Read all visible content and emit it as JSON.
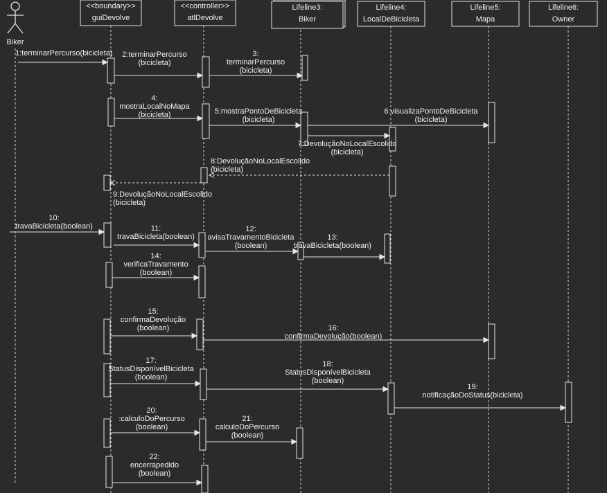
{
  "actor": {
    "label": "Biker"
  },
  "lifelines": [
    {
      "id": "gui",
      "stereotype": "<<boundary>>",
      "name": "guiDevolve"
    },
    {
      "id": "ctl",
      "stereotype": "<<controller>>",
      "name": "atlDevolve"
    },
    {
      "id": "biker",
      "stereotype": "",
      "name": "Lifeline3:\nBiker"
    },
    {
      "id": "local",
      "stereotype": "",
      "name": "Lifeline4:\nLocalDeBicicleta"
    },
    {
      "id": "mapa",
      "stereotype": "",
      "name": "Lifeline5:\nMapa"
    },
    {
      "id": "owner",
      "stereotype": "",
      "name": "Lifeline6:\nOwner"
    }
  ],
  "messages": [
    {
      "label": "1:terminarPercurso(bicicleta)"
    },
    {
      "label": "2:terminarPercurso\n(bicicleta)"
    },
    {
      "label": "3:\nterminarPercurso\n(bicicleta)"
    },
    {
      "label": "4:\nmostraLocalNoMapa\n(bicicleta)"
    },
    {
      "label": "5:mostraPontoDeBicicleta\n(bicicleta)"
    },
    {
      "label": "6:visualizaPontoDeBicicleta\n(bicicleta)"
    },
    {
      "label": "7:DevoluçãoNoLocalEscolido\n(bicicleta)"
    },
    {
      "label": "8:DevoluçãoNoLocalEscolido\n(bicicleta)"
    },
    {
      "label": "9:DevoluçãoNoLocalEscolido\n(bicicleta)"
    },
    {
      "label": "10:\ntravaBicicleta(boolean)"
    },
    {
      "label": "11:\ntravaBicicleta(boolean)"
    },
    {
      "label": "12:\navisaTravamentoBicicleta\n(boolean)"
    },
    {
      "label": "13:\ntravaBicicleta(boolean)"
    },
    {
      "label": "14:\nverificaTravamento\n(boolean)"
    },
    {
      "label": "15:\nconfirmaDevolução\n(boolean)"
    },
    {
      "label": "16:\nconfirmaDevolução(boolean)"
    },
    {
      "label": "17:\nStatusDisponívelBicicleta\n(boolean)"
    },
    {
      "label": "18:\nStatusDisponívelBicicleta\n(boolean)"
    },
    {
      "label": "19:\nnotificaçãoDoStatus(bicicleta)"
    },
    {
      "label": "20:\n:calculoDoPercurso\n(boolean)"
    },
    {
      "label": "21:\ncalculoDoPercurso\n(boolean)"
    },
    {
      "label": "22:\nencerrapedido\n(boolean)"
    }
  ]
}
